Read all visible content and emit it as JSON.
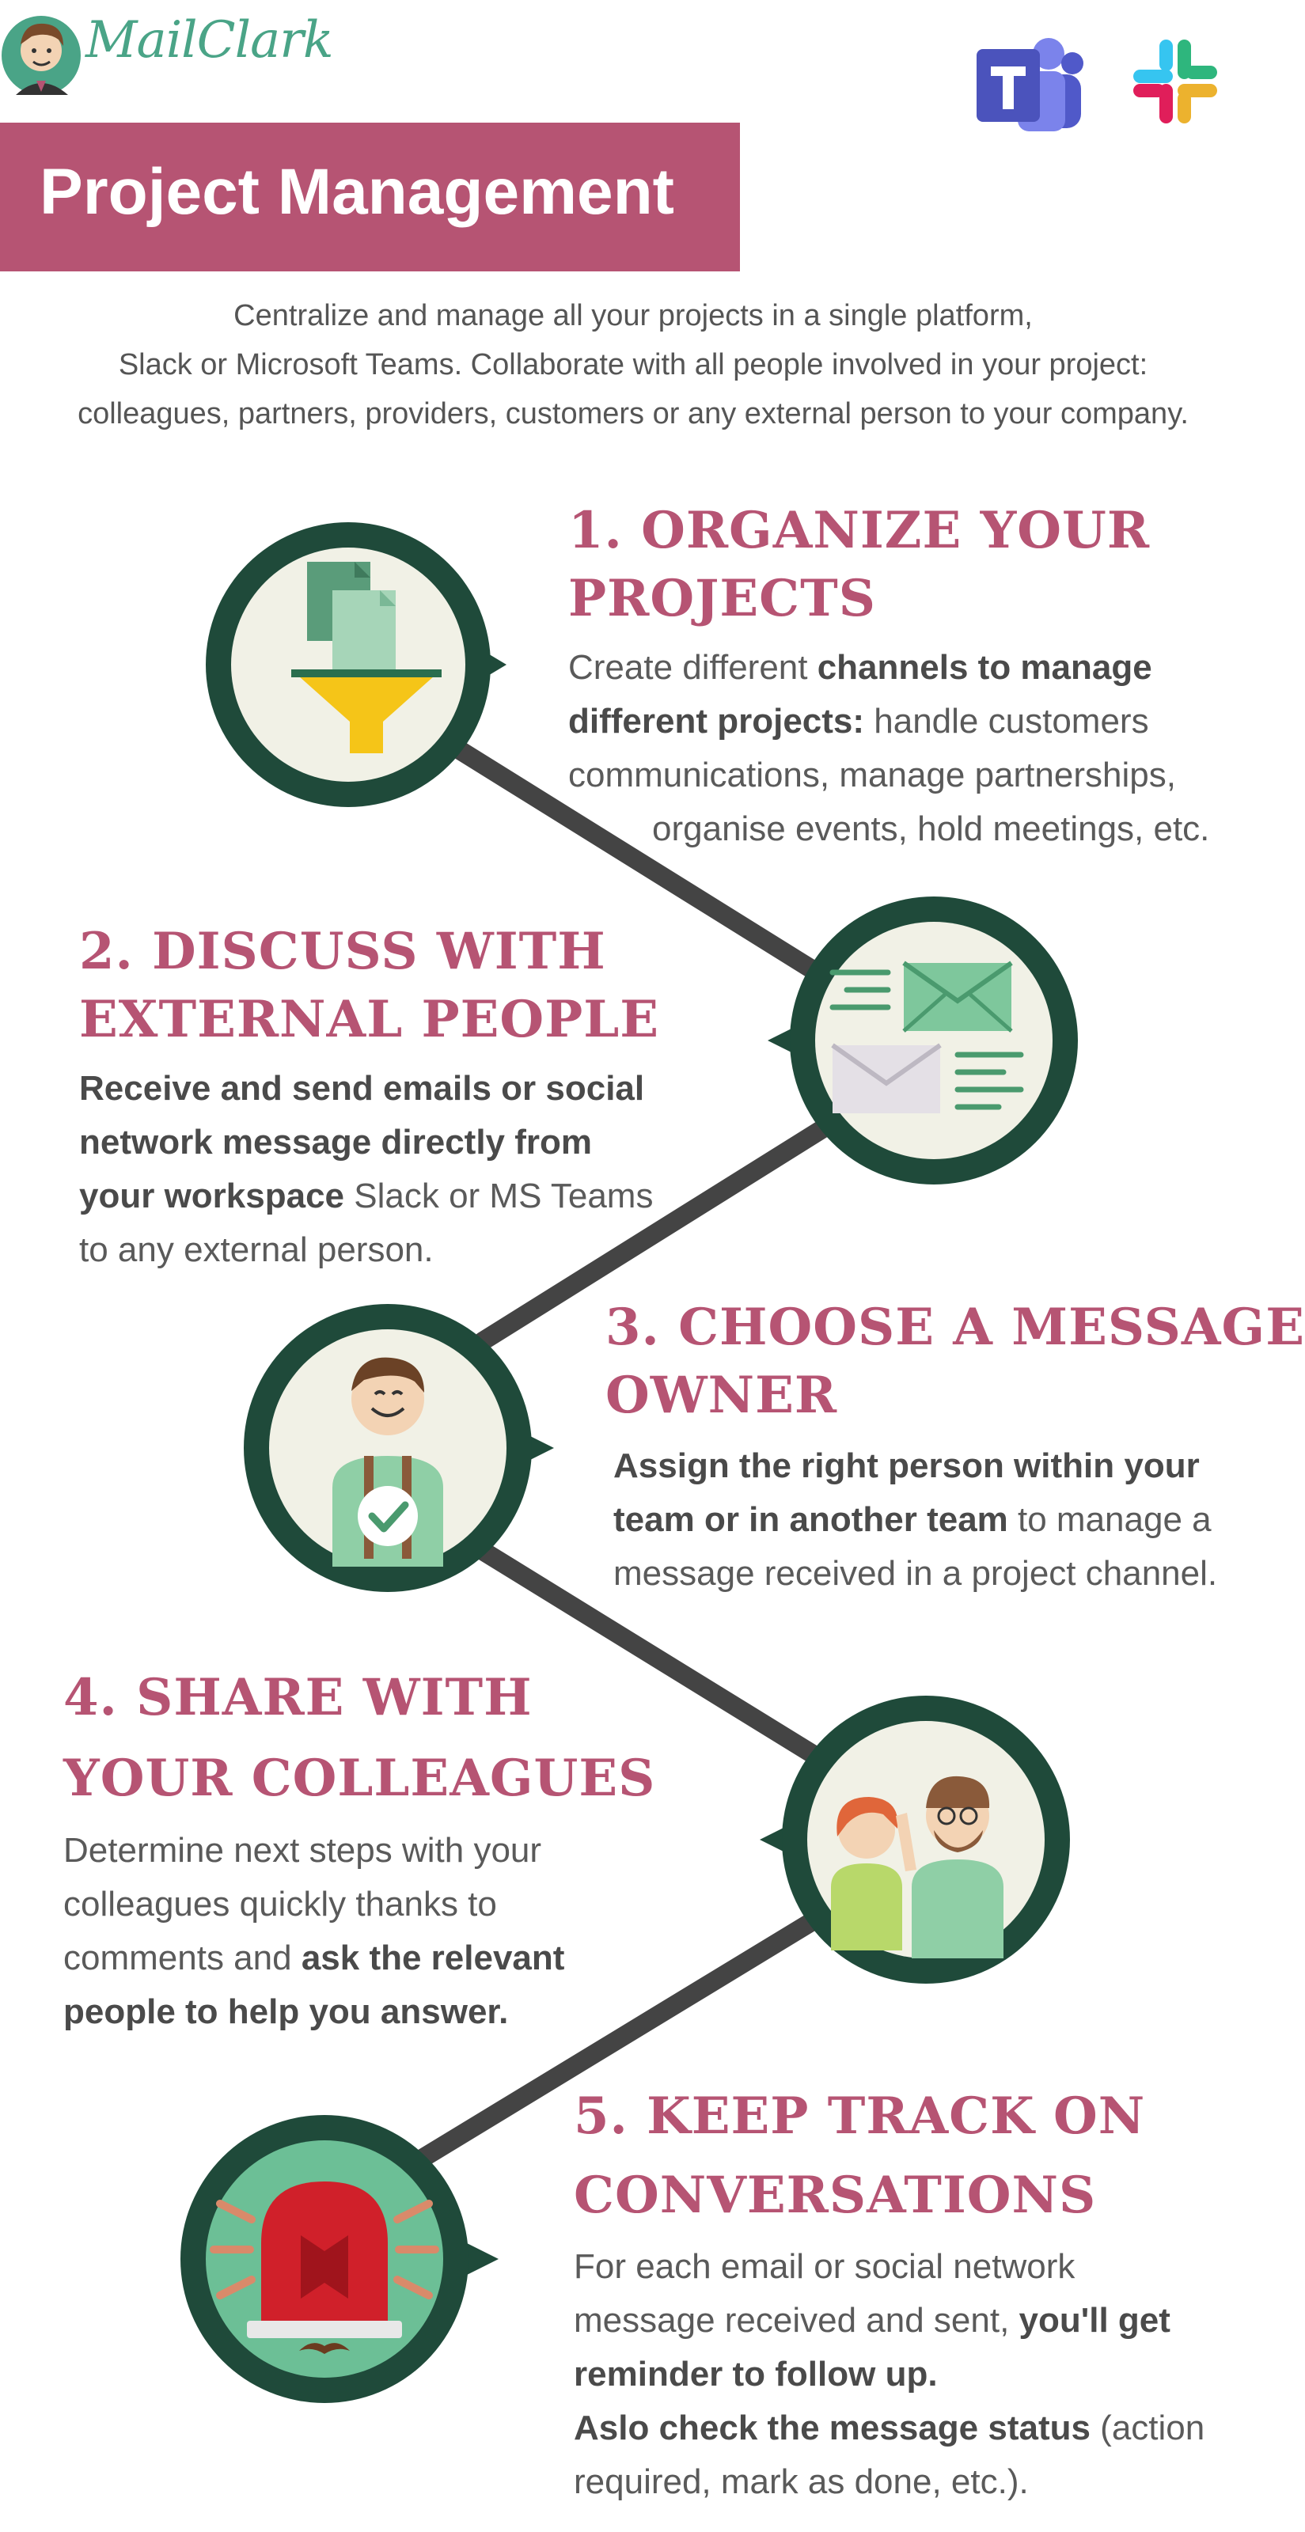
{
  "brand": {
    "logo_text": "MailClark"
  },
  "header": {
    "title": "Project Management"
  },
  "intro": {
    "lines": [
      "Centralize and manage all your projects in a single platform,",
      "Slack or Microsoft Teams. Collaborate with all people involved in your project:",
      "colleagues, partners, providers, customers or any external person to your company."
    ]
  },
  "steps": [
    {
      "title_lines": [
        "1. Organize your",
        "projects"
      ],
      "body": [
        {
          "t": "Create different ",
          "b": "channels to manage"
        },
        {
          "b": "different projects:",
          "t": " handle customers"
        },
        {
          "t": "communications, manage partnerships,"
        },
        {
          "t": "organise events, hold meetings, etc."
        }
      ]
    },
    {
      "title_lines": [
        "2. Discuss with",
        "external people"
      ],
      "body": [
        {
          "b": "Receive and send emails or social"
        },
        {
          "b": "network message directly from"
        },
        {
          "b": "your workspace",
          "t": " Slack or MS Teams"
        },
        {
          "t": "to any external person."
        }
      ]
    },
    {
      "title_lines": [
        "3. Choose a message",
        "owner"
      ],
      "body": [
        {
          "b": "Assign the right person within your"
        },
        {
          "b": "team or in another team",
          "t": " to manage a"
        },
        {
          "t": "message received in a project channel."
        }
      ]
    },
    {
      "title_lines": [
        "4. Share with",
        "your colleagues"
      ],
      "body": [
        {
          "t": "Determine next steps with your"
        },
        {
          "t": "colleagues quickly thanks to"
        },
        {
          "t": "comments and ",
          "b": "ask the relevant"
        },
        {
          "b": "people to help you answer."
        }
      ]
    },
    {
      "title_lines": [
        "5. Keep track on",
        "conversations"
      ],
      "body": [
        {
          "t": "For each email or social network"
        },
        {
          "t": "message received and sent, ",
          "b": "you'll get"
        },
        {
          "b": "reminder to follow up."
        },
        {
          "b": "Aslo check the message status",
          "t": " (action"
        },
        {
          "t": "required,  mark as done, etc.)."
        }
      ]
    }
  ],
  "colors": {
    "accent": "#b65473",
    "circle_ring": "#1f4a3a",
    "circle_fill": "#f1f1e6",
    "connector": "#444444",
    "logo_green": "#4aa487"
  },
  "icons": [
    "mailclark-avatar-icon",
    "microsoft-teams-icon",
    "slack-icon",
    "document-funnel-icon",
    "envelopes-icon",
    "person-check-icon",
    "colleagues-icon",
    "alarm-siren-icon"
  ]
}
